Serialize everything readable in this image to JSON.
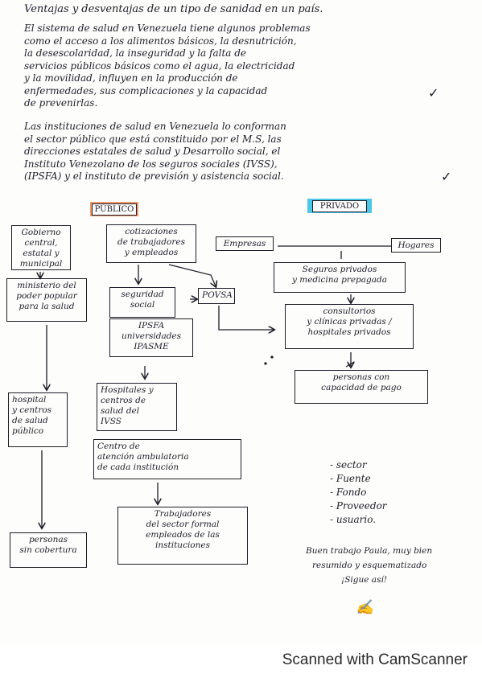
{
  "page": {
    "title": "Ventajas y desventajas de un tipo de sanidad en un país.",
    "paragraph1": [
      "El sistema de salud en Venezuela tiene algunos problemas",
      "como el acceso a los alimentos básicos, la desnutrición,",
      "la desescolaridad, la inseguridad y la falta de",
      "servicios públicos básicos como el agua, la electricidad",
      "y la movilidad, influyen en la producción de",
      "enfermedades, sus complicaciones y la capacidad",
      "de prevenirlas."
    ],
    "paragraph2": [
      "Las instituciones de salud en Venezuela lo conforman",
      "el sector público que está constituido por el M.S, las",
      "direcciones estatales de salud y Desarrollo social, el",
      "Instituto Venezolano de los seguros sociales (IVSS),",
      "(IPSFA) y el instituto de previsión y asistencia social."
    ],
    "check_marks": [
      "✓",
      "✓"
    ]
  },
  "diagram": {
    "publico_label": "PÚBLICO",
    "privado_label": "PRIVADO",
    "gobierno": [
      "Gobierno",
      "central,",
      "estatal y",
      "municipal"
    ],
    "cotizaciones": [
      "cotizaciones",
      "de trabajadores",
      "y empleados"
    ],
    "empresas": "Empresas",
    "hogares": "Hogares",
    "ministerio": [
      "ministerio del",
      "poder popular",
      "para la salud"
    ],
    "seguridad": [
      "seguridad",
      "social"
    ],
    "povsa": "POVSA",
    "seguros": [
      "Seguros privados",
      "y medicina prepagada"
    ],
    "ipsfa": [
      "IPSFA",
      "universidades",
      "IPASME"
    ],
    "consultorios": [
      "consultorios",
      "y clínicas privadas /",
      "hospitales privados"
    ],
    "hospitales_ivss": [
      "Hospitales y",
      "centros de",
      "salud del",
      "IVSS"
    ],
    "personas_pago": [
      "personas con",
      "capacidad de pago"
    ],
    "hospital_centros": [
      "hospital",
      "y centros",
      "de salud",
      "público"
    ],
    "centro_atencion": [
      "Centro de",
      "atención ambulatoria",
      "de cada institución"
    ],
    "trabajadores": [
      "Trabajadores",
      "del sector formal",
      "empleados de las",
      "instituciones"
    ],
    "personas_sin": [
      "personas",
      "sin cobertura"
    ],
    "legend": [
      "- sector",
      "- Fuente",
      "- Fondo",
      "- Proveedor",
      "- usuario."
    ],
    "teacher_note": [
      "Buen trabajo Paula, muy bien",
      "resumido y esquematizado",
      "¡Sigue así!"
    ],
    "signature": "✍"
  },
  "footer": {
    "text": "Scanned with CamScanner"
  }
}
